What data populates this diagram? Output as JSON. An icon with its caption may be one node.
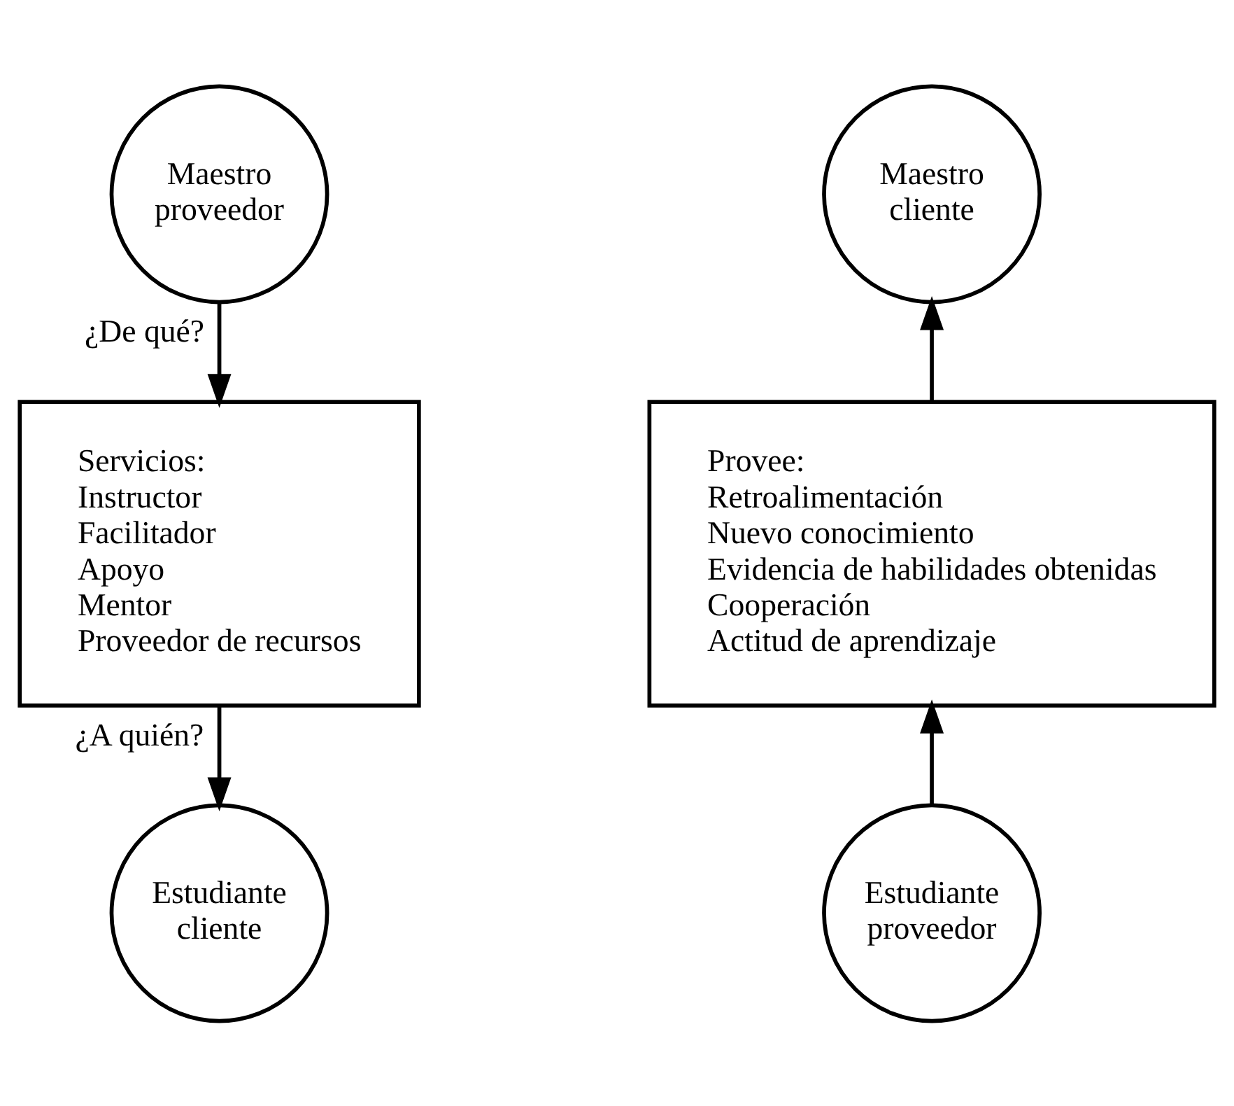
{
  "diagram": {
    "nodes": [
      {
        "text": [
          "Maestro proveedor"
        ]
      },
      {
        "text": [
          "Servicios:",
          "Instructor",
          "Facilitador",
          "Apoyo",
          "Mentor",
          "Proveedor de recursos"
        ]
      },
      {
        "text": [
          "Estudiante cliente"
        ]
      },
      {
        "text": [
          "Maestro cliente"
        ]
      },
      {
        "text": [
          "Provee:",
          "Retroalimentación",
          "Nuevo conocimiento",
          "Evidencia de habilidades obtenidas",
          "Cooperación",
          "Actitud de aprendizaje"
        ]
      },
      {
        "text": [
          "Estudiante proveedor"
        ]
      }
    ],
    "edges": [
      {
        "from": 0,
        "to": 1,
        "arrow": "to",
        "label": "¿De qué?"
      },
      {
        "from": 1,
        "to": 2,
        "arrow": "to",
        "label": "¿A quién?"
      },
      {
        "from": 5,
        "to": 4,
        "arrow": "to"
      },
      {
        "from": 4,
        "to": 3,
        "arrow": "to"
      }
    ]
  }
}
